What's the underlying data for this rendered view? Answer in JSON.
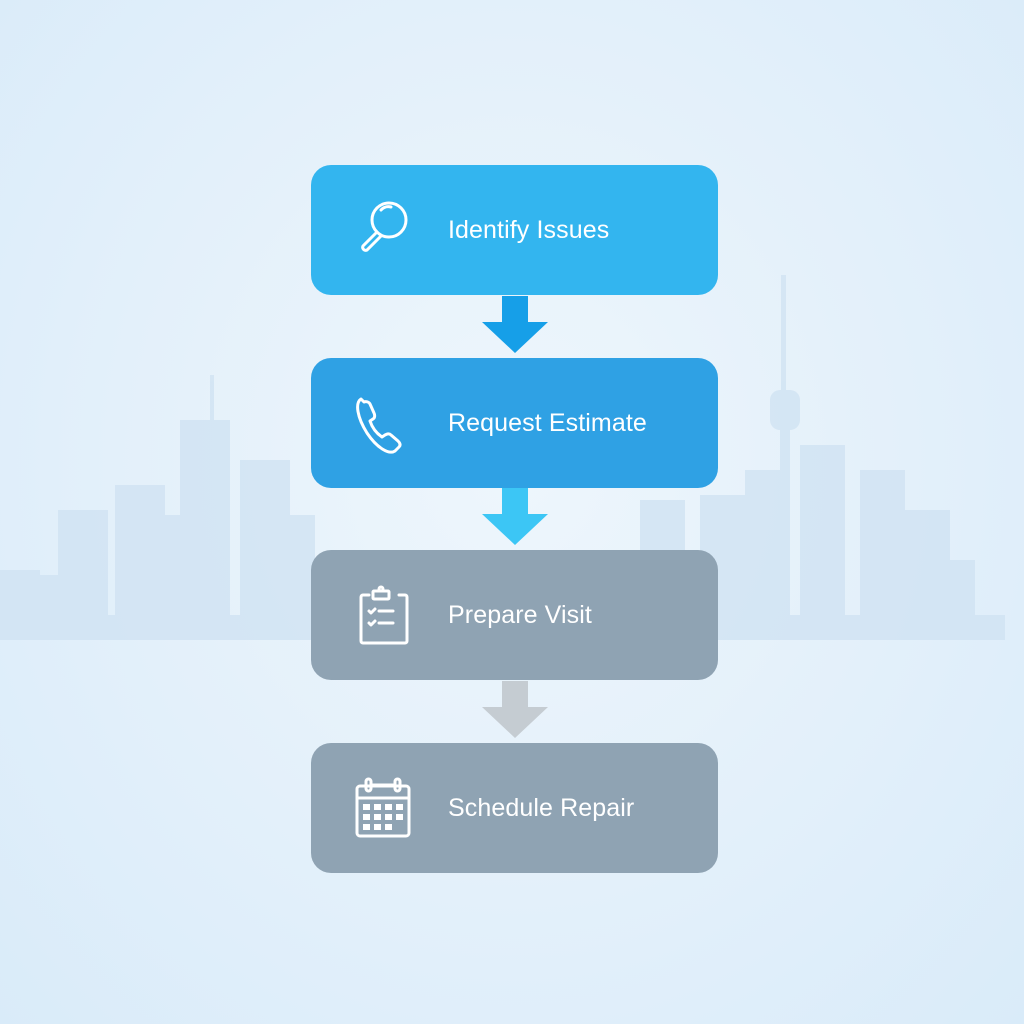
{
  "diagram": {
    "type": "vertical-flowchart",
    "steps": [
      {
        "label": "Identify Issues",
        "icon": "magnifying-glass-icon",
        "color": "#33b5ef",
        "state": "active"
      },
      {
        "label": "Request Estimate",
        "icon": "phone-icon",
        "color": "#2fa1e4",
        "state": "active"
      },
      {
        "label": "Prepare Visit",
        "icon": "clipboard-checklist-icon",
        "color": "#8fa3b3",
        "state": "inactive"
      },
      {
        "label": "Schedule Repair",
        "icon": "calendar-icon",
        "color": "#8fa3b3",
        "state": "inactive"
      }
    ],
    "arrows": [
      {
        "from": "Identify Issues",
        "to": "Request Estimate",
        "color": "#169fe8"
      },
      {
        "from": "Request Estimate",
        "to": "Prepare Visit",
        "color": "#3cc6f5"
      },
      {
        "from": "Prepare Visit",
        "to": "Schedule Repair",
        "color": "#c5ccd2"
      }
    ],
    "background": {
      "style": "faded city skyline",
      "color": "#e3f0fa"
    }
  }
}
